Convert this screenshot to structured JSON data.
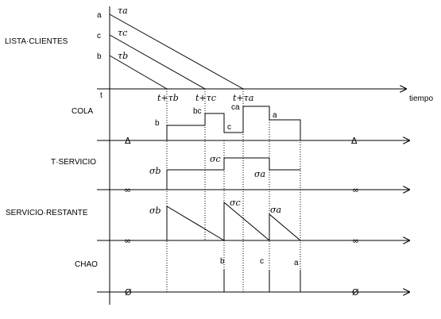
{
  "rows": {
    "lista": "LISTA·CLIENTES",
    "cola": "COLA",
    "tservicio": "T·SERVICIO",
    "restante": "SERVICIO·RESTANTE",
    "chao": "CHAO"
  },
  "lista": {
    "origin": "t",
    "axis_label": "tiempo",
    "clients": [
      "a",
      "c",
      "b"
    ],
    "tau": [
      "τa",
      "τc",
      "τb"
    ],
    "tick_labels": [
      "t+τb",
      "t+τc",
      "t+τa"
    ]
  },
  "cola": {
    "initial": "Δ",
    "final": "Δ",
    "states": [
      "b",
      "bc",
      "c",
      "ca",
      "a"
    ]
  },
  "tservicio": {
    "initial": "∞",
    "final": "∞",
    "labels": [
      "σb",
      "σc",
      "σa"
    ]
  },
  "restante": {
    "initial": "∞",
    "final": "∞",
    "labels": [
      "σb",
      "σc",
      "σa"
    ]
  },
  "chao": {
    "initial": "Ø",
    "final": "Ø",
    "departures": [
      "b",
      "c",
      "a"
    ]
  }
}
